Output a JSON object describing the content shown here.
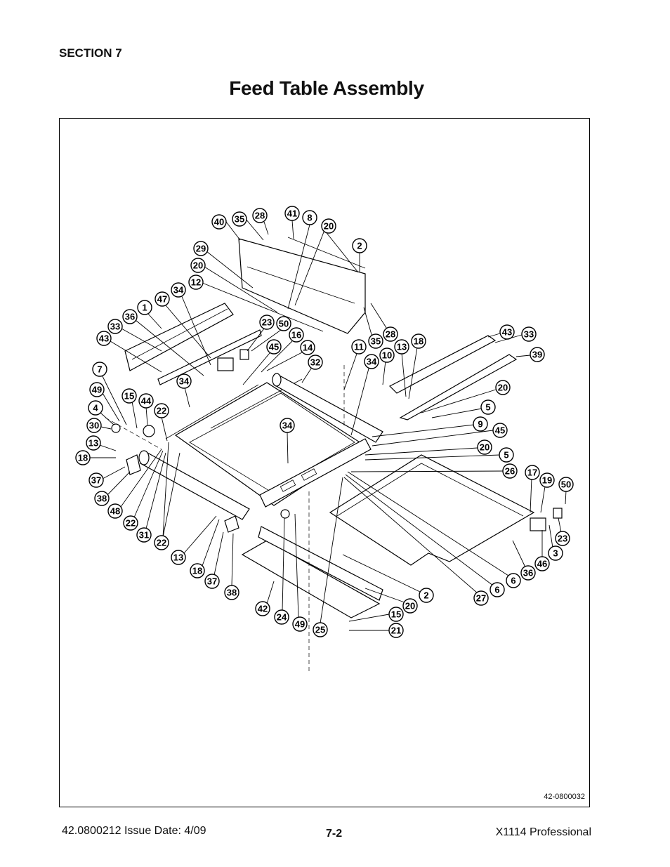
{
  "header": {
    "section": "SECTION 7",
    "title": "Feed Table Assembly"
  },
  "drawing": {
    "number": "42-0800032"
  },
  "callouts": [
    {
      "label": "40"
    },
    {
      "label": "35"
    },
    {
      "label": "28"
    },
    {
      "label": "41"
    },
    {
      "label": "8"
    },
    {
      "label": "20"
    },
    {
      "label": "2"
    },
    {
      "label": "29"
    },
    {
      "label": "20"
    },
    {
      "label": "12"
    },
    {
      "label": "34"
    },
    {
      "label": "47"
    },
    {
      "label": "1"
    },
    {
      "label": "36"
    },
    {
      "label": "33"
    },
    {
      "label": "43"
    },
    {
      "label": "23"
    },
    {
      "label": "50"
    },
    {
      "label": "16"
    },
    {
      "label": "45"
    },
    {
      "label": "14"
    },
    {
      "label": "32"
    },
    {
      "label": "11"
    },
    {
      "label": "34"
    },
    {
      "label": "35"
    },
    {
      "label": "28"
    },
    {
      "label": "10"
    },
    {
      "label": "13"
    },
    {
      "label": "18"
    },
    {
      "label": "43"
    },
    {
      "label": "33"
    },
    {
      "label": "39"
    },
    {
      "label": "7"
    },
    {
      "label": "49"
    },
    {
      "label": "4"
    },
    {
      "label": "30"
    },
    {
      "label": "13"
    },
    {
      "label": "18"
    },
    {
      "label": "37"
    },
    {
      "label": "38"
    },
    {
      "label": "48"
    },
    {
      "label": "22"
    },
    {
      "label": "31"
    },
    {
      "label": "22"
    },
    {
      "label": "15"
    },
    {
      "label": "44"
    },
    {
      "label": "22"
    },
    {
      "label": "34"
    },
    {
      "label": "34"
    },
    {
      "label": "20"
    },
    {
      "label": "5"
    },
    {
      "label": "9"
    },
    {
      "label": "45"
    },
    {
      "label": "20"
    },
    {
      "label": "5"
    },
    {
      "label": "26"
    },
    {
      "label": "17"
    },
    {
      "label": "19"
    },
    {
      "label": "50"
    },
    {
      "label": "23"
    },
    {
      "label": "3"
    },
    {
      "label": "46"
    },
    {
      "label": "36"
    },
    {
      "label": "6"
    },
    {
      "label": "6"
    },
    {
      "label": "27"
    },
    {
      "label": "2"
    },
    {
      "label": "20"
    },
    {
      "label": "15"
    },
    {
      "label": "21"
    },
    {
      "label": "13"
    },
    {
      "label": "18"
    },
    {
      "label": "37"
    },
    {
      "label": "38"
    },
    {
      "label": "42"
    },
    {
      "label": "24"
    },
    {
      "label": "49"
    },
    {
      "label": "25"
    }
  ],
  "footer": {
    "doc_id": "42.0800212  Issue Date: 4/09",
    "page": "7-2",
    "product": "X1114 Professional"
  }
}
